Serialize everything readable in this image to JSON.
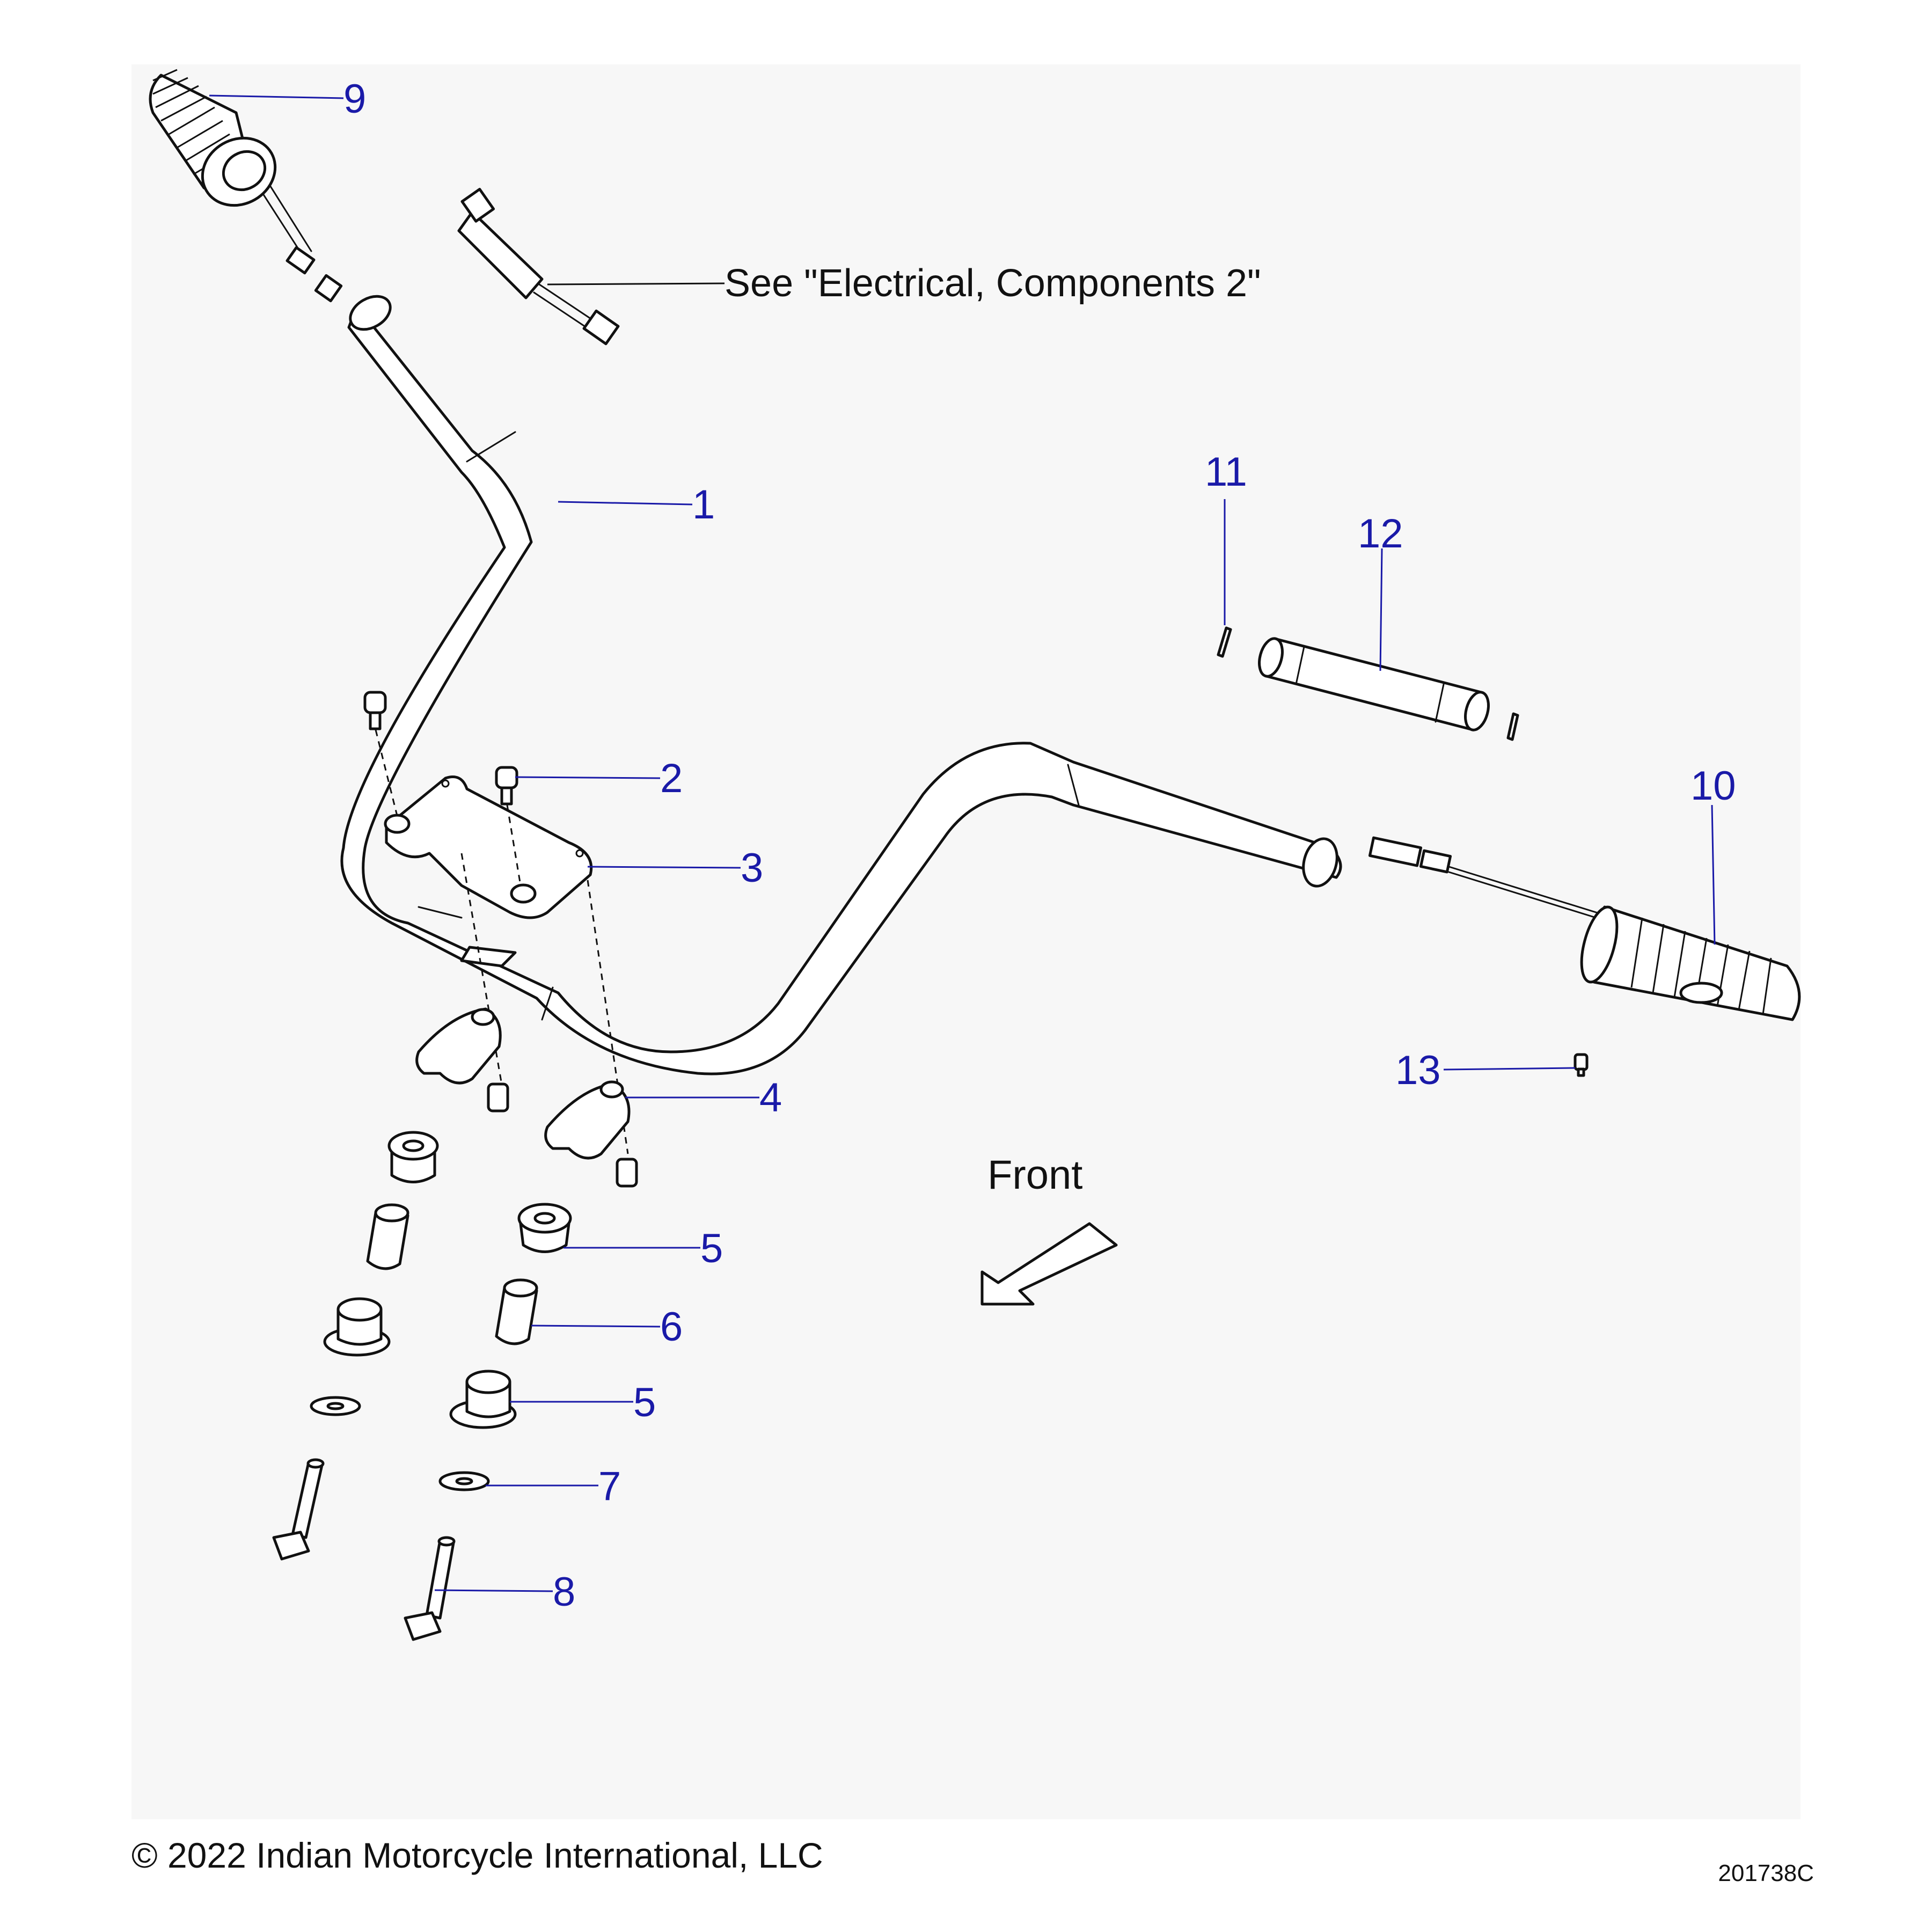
{
  "diagram": {
    "reference_note": "See \"Electrical, Components 2\"",
    "direction_label": "Front",
    "copyright": "© 2022 Indian Motorcycle International, LLC",
    "figure_id": "201738C",
    "colors": {
      "callout": "#1a1aa8",
      "line": "#111111",
      "background": "#ffffff",
      "panel": "#f7f7f7"
    },
    "callouts": {
      "c1": "1",
      "c2": "2",
      "c3": "3",
      "c4": "4",
      "c5a": "5",
      "c5b": "5",
      "c6": "6",
      "c7": "7",
      "c8": "8",
      "c9": "9",
      "c10": "10",
      "c11": "11",
      "c12": "12",
      "c13": "13"
    }
  }
}
